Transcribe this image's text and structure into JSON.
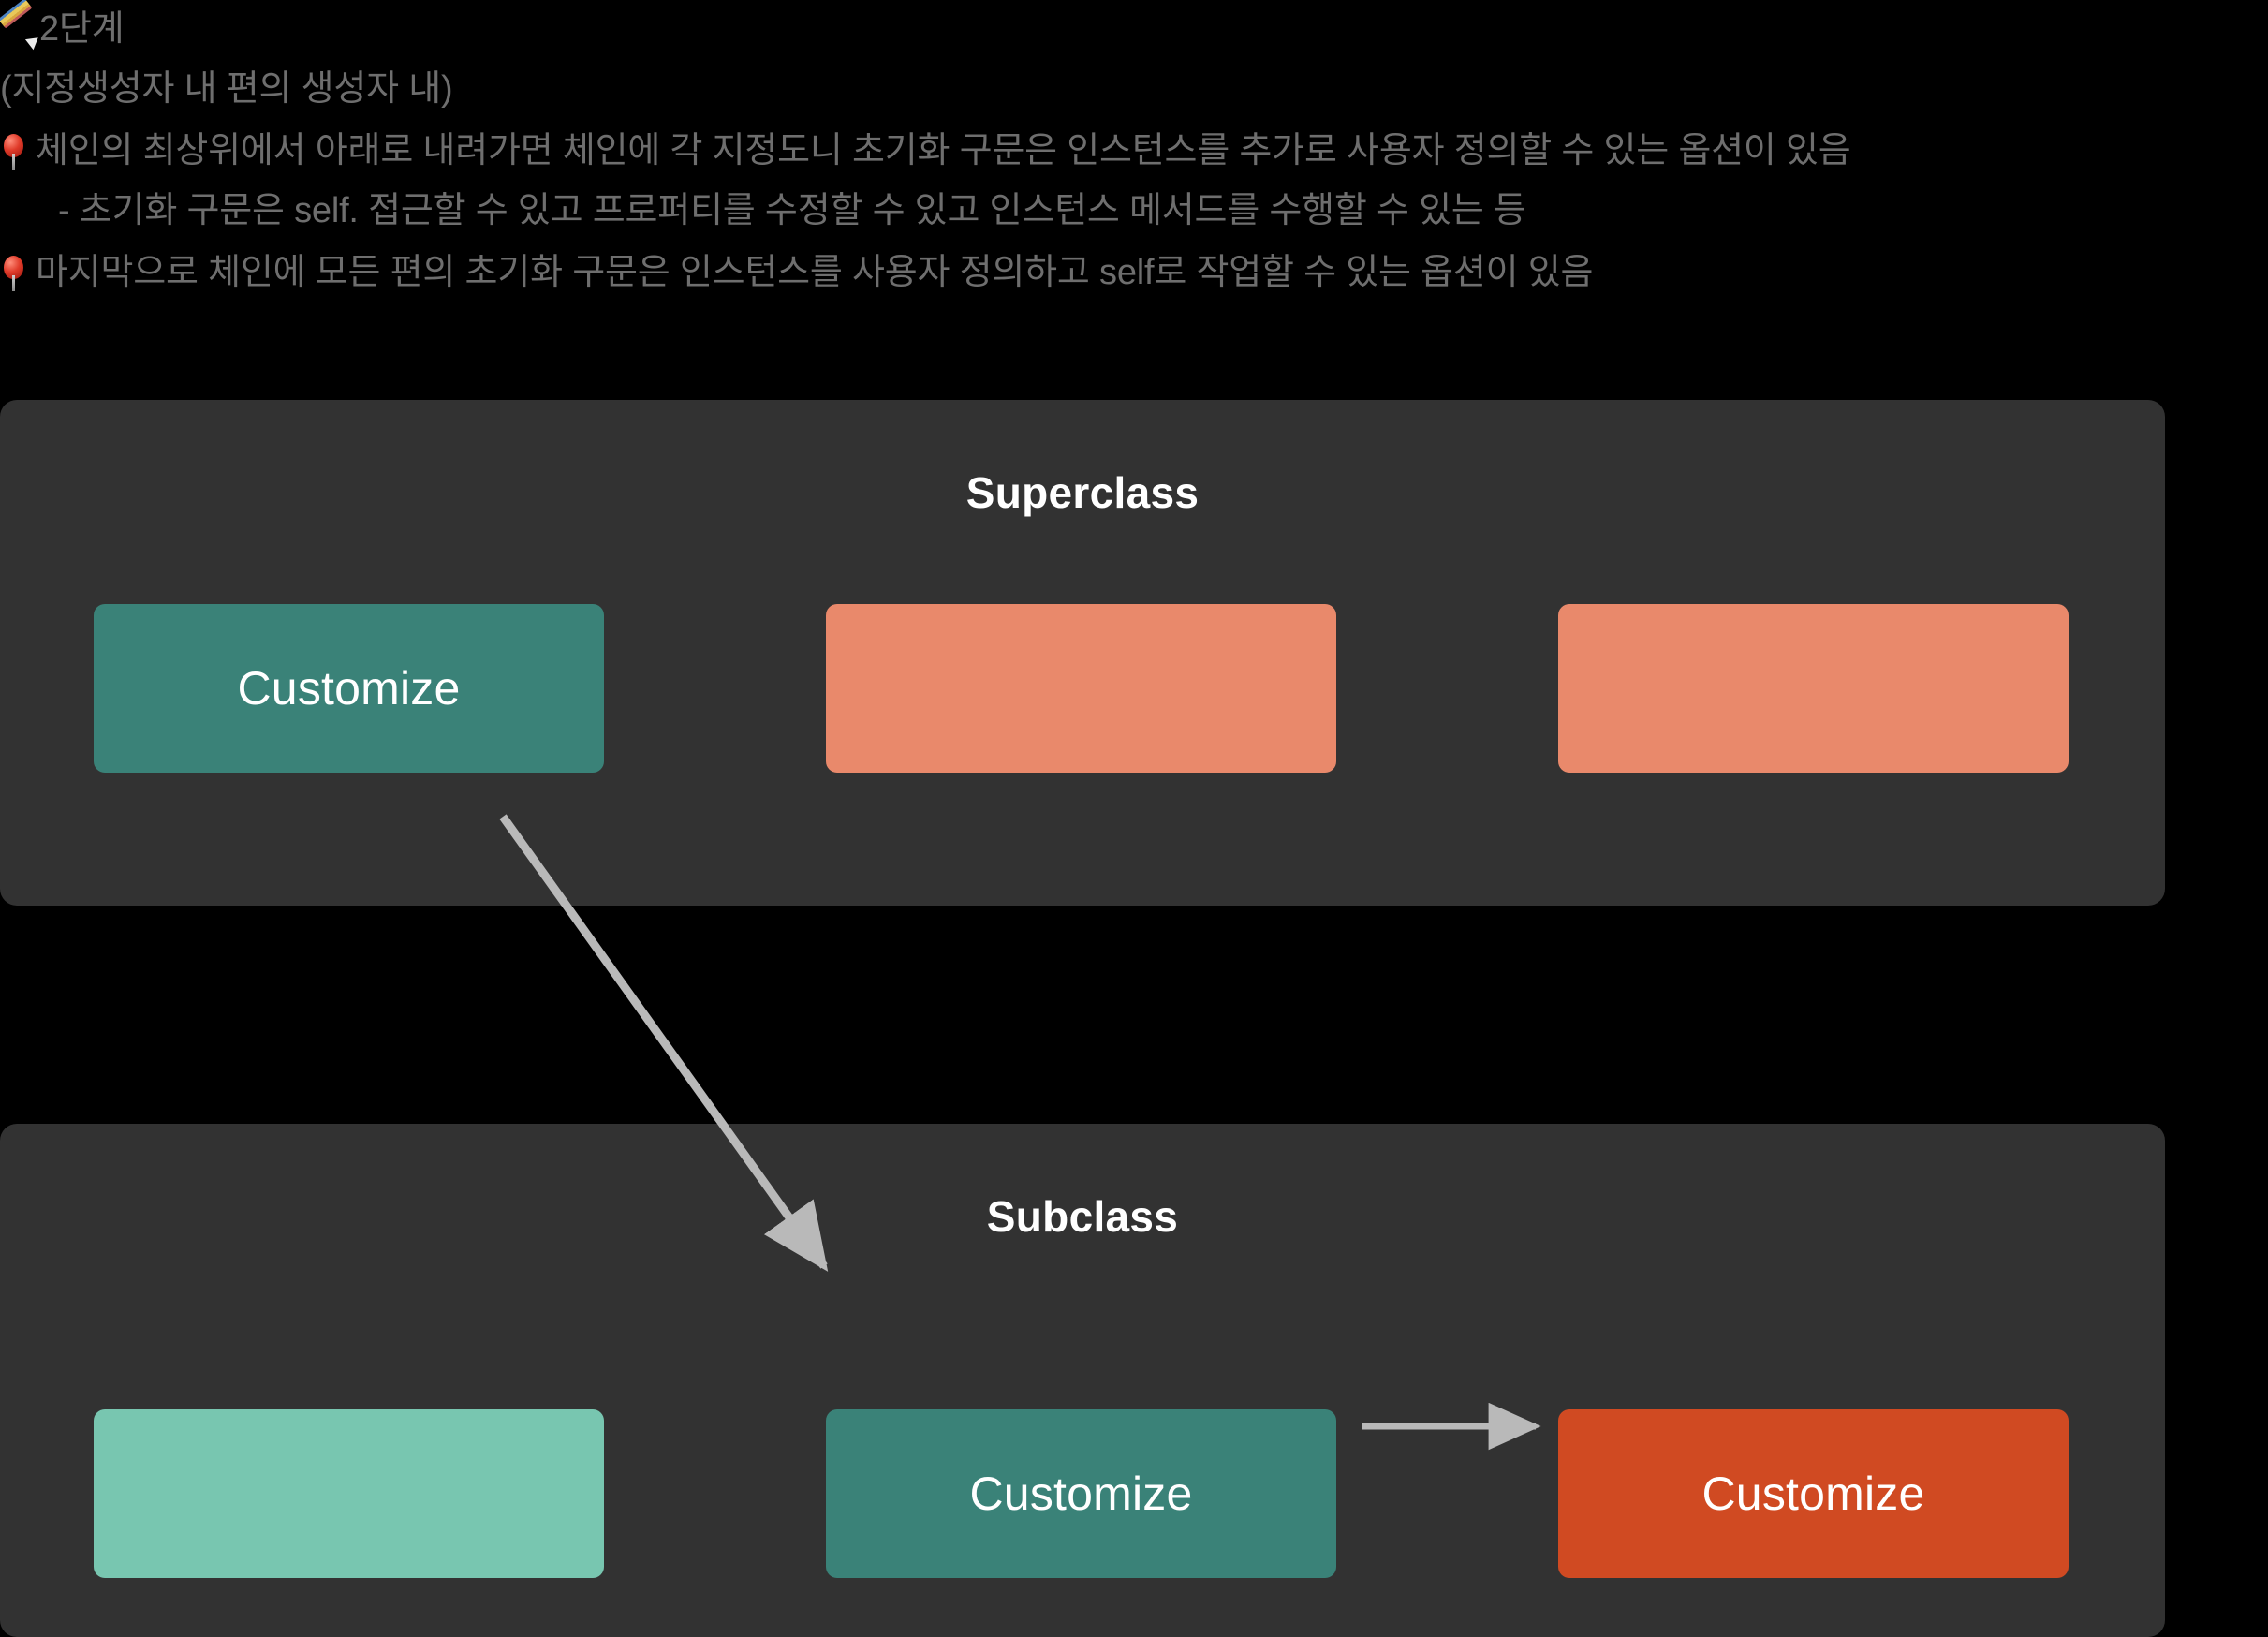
{
  "notes": {
    "title": "2단계",
    "title_icon": "pencil-icon",
    "subtitle": "(지정생성자 내 편의 생성자 내)",
    "bullets": [
      {
        "icon": "pin-icon",
        "text": "체인의 최상위에서 아래로 내려가면 체인에 각 지정도니 초기화 구문은 인스턴스를 추가로 사용자 정의할 수 있는 옵션이 있음"
      },
      {
        "icon": "pin-icon",
        "text": "마지막으로 체인에 모든 편의 초기화 구문은 인스턴스를 사용자 정의하고 self로 작업할 수 있는 옵션이 있음"
      }
    ],
    "sub_note": "- 초기화 구문은 self. 접근할 수 있고 프로퍼티를 수정할 수 있고 인스턴스 메서드를 수행할 수 있는 등"
  },
  "diagram": {
    "panels": [
      {
        "id": "superclass",
        "title": "Superclass",
        "slots": [
          {
            "label": "Customize",
            "color": "#3a8278",
            "has_label": true
          },
          {
            "label": "",
            "color": "#e9896b",
            "has_label": false
          },
          {
            "label": "",
            "color": "#e9896b",
            "has_label": false
          }
        ]
      },
      {
        "id": "subclass",
        "title": "Subclass",
        "slots": [
          {
            "label": "",
            "color": "#78c6b0",
            "has_label": false
          },
          {
            "label": "Customize",
            "color": "#3a8278",
            "has_label": true
          },
          {
            "label": "Customize",
            "color": "#d04a22",
            "has_label": true
          }
        ]
      }
    ],
    "arrows": [
      {
        "name": "superclass-to-subclass-arrow",
        "from": "superclass-slot-1",
        "to": "subclass-slot-2"
      },
      {
        "name": "subclass-slot2-to-slot3-arrow",
        "from": "subclass-slot-2",
        "to": "subclass-slot-3"
      }
    ]
  },
  "colors": {
    "page_background": "#000000",
    "panel_background": "#323232",
    "panel_title": "#ffffff",
    "note_text": "#6e6e6e",
    "teal": "#3a8278",
    "salmon": "#e9896b",
    "mint": "#78c6b0",
    "red_orange": "#d04a22",
    "arrow": "#b9b9b9"
  }
}
